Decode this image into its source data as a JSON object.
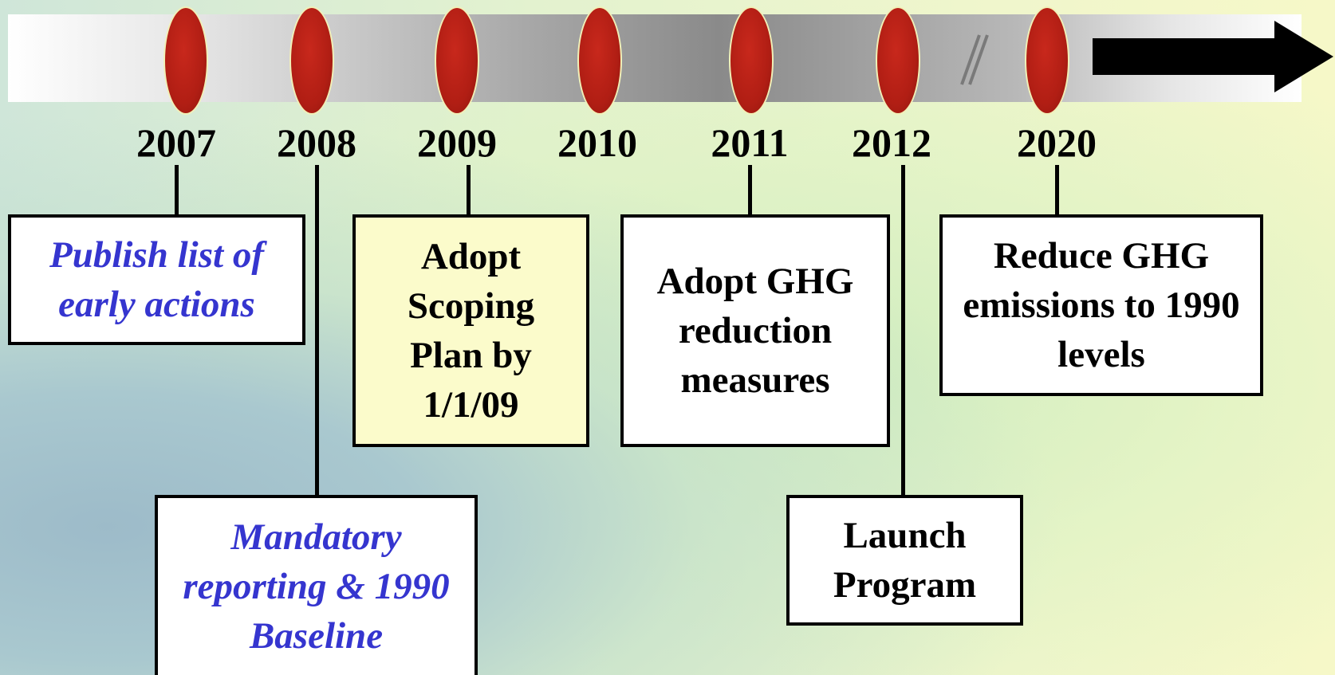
{
  "timeline": {
    "break_mark": "//",
    "years": [
      "2007",
      "2008",
      "2009",
      "2010",
      "2011",
      "2012",
      "2020"
    ]
  },
  "milestones": {
    "y2007": {
      "text": "Publish list of early actions"
    },
    "y2008": {
      "text": "Mandatory reporting & 1990 Baseline"
    },
    "y2009": {
      "text": "Adopt Scoping Plan by 1/1/09"
    },
    "y2011": {
      "text": "Adopt GHG reduction measures"
    },
    "y2012": {
      "text": "Launch Program"
    },
    "y2020": {
      "text": "Reduce GHG emissions to 1990 levels"
    }
  },
  "colors": {
    "marker_red": "#b11e14",
    "italic_text_blue": "#3535cf",
    "highlight_box": "#fbfbcb"
  }
}
